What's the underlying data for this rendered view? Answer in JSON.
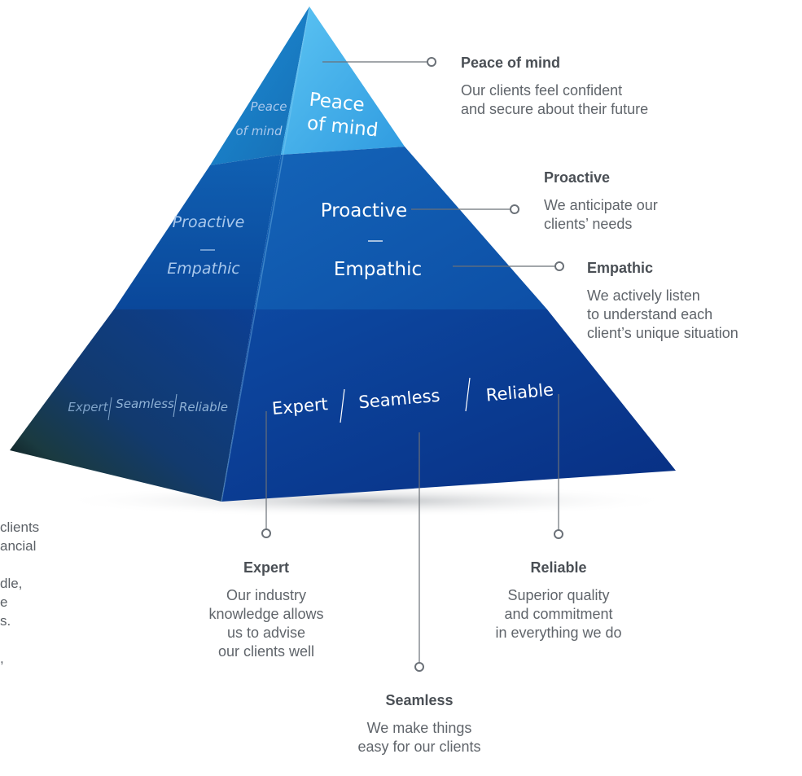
{
  "pyramid": {
    "left_face": {
      "top": "Peace\nof mind",
      "middle_top": "Proactive",
      "middle_bottom": "Empathic",
      "bottom": [
        "Expert",
        "Seamless",
        "Reliable"
      ]
    },
    "front_face": {
      "top_line1": "Peace",
      "top_line2": "of mind",
      "middle_top": "Proactive",
      "middle_bottom": "Empathic",
      "bottom": [
        "Expert",
        "Seamless",
        "Reliable"
      ]
    },
    "colors": {
      "top_front": "#3aa9e6",
      "top_left": "#1b7fc4",
      "middle_front": "#0f5ab0",
      "middle_left": "#0c4a9c",
      "bottom_front": "#0a3e96",
      "bottom_left": "#0a2f7a",
      "connector": "#6b7178"
    }
  },
  "callouts": {
    "peace": {
      "title": "Peace of mind",
      "desc": "Our clients feel confident\nand secure about their future"
    },
    "proactive": {
      "title": "Proactive",
      "desc": "We anticipate our\nclients’ needs"
    },
    "empathic": {
      "title": "Empathic",
      "desc": "We actively listen\nto understand each\nclient’s unique situation"
    },
    "expert": {
      "title": "Expert",
      "desc": "Our industry\nknowledge allows\nus to advise\nour clients well"
    },
    "reliable": {
      "title": "Reliable",
      "desc": "Superior quality\nand commitment\nin everything we do"
    },
    "seamless": {
      "title": "Seamless",
      "desc": "We make things\neasy for our clients"
    }
  },
  "clipped_text": "clients\nancial\n\ndle,\ne\ns.\n\n,"
}
